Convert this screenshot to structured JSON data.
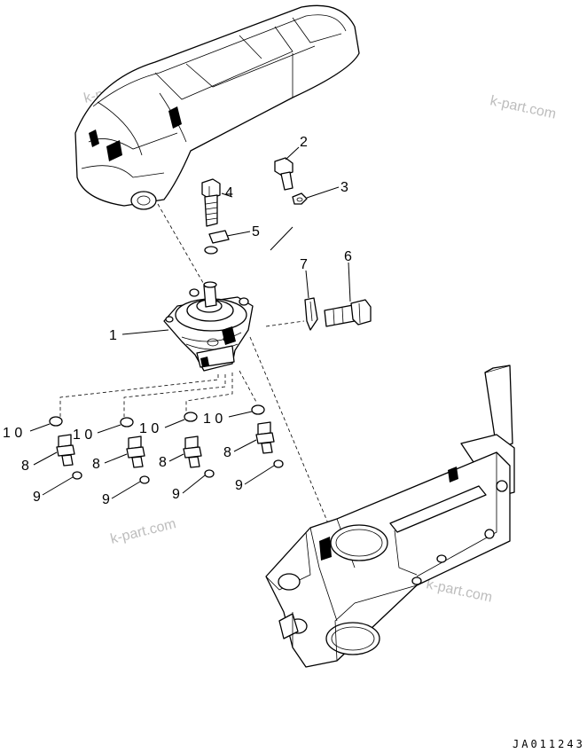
{
  "callouts": {
    "c1": "1",
    "c2": "2",
    "c3": "3",
    "c4": "4",
    "c5": "5",
    "c6": "6",
    "c7": "7",
    "c8a": "8",
    "c8b": "8",
    "c8c": "8",
    "c8d": "8",
    "c9a": "9",
    "c9b": "9",
    "c9c": "9",
    "c9d": "9",
    "c10a": "1 0",
    "c10b": "1 0",
    "c10c": "1 0",
    "c10d": "1 0"
  },
  "watermarks": {
    "w1": "k-part.com",
    "w2": "k-part.com",
    "w3": "k-part.com",
    "w4": "k-part.com"
  },
  "drawing_code": "JA011243"
}
